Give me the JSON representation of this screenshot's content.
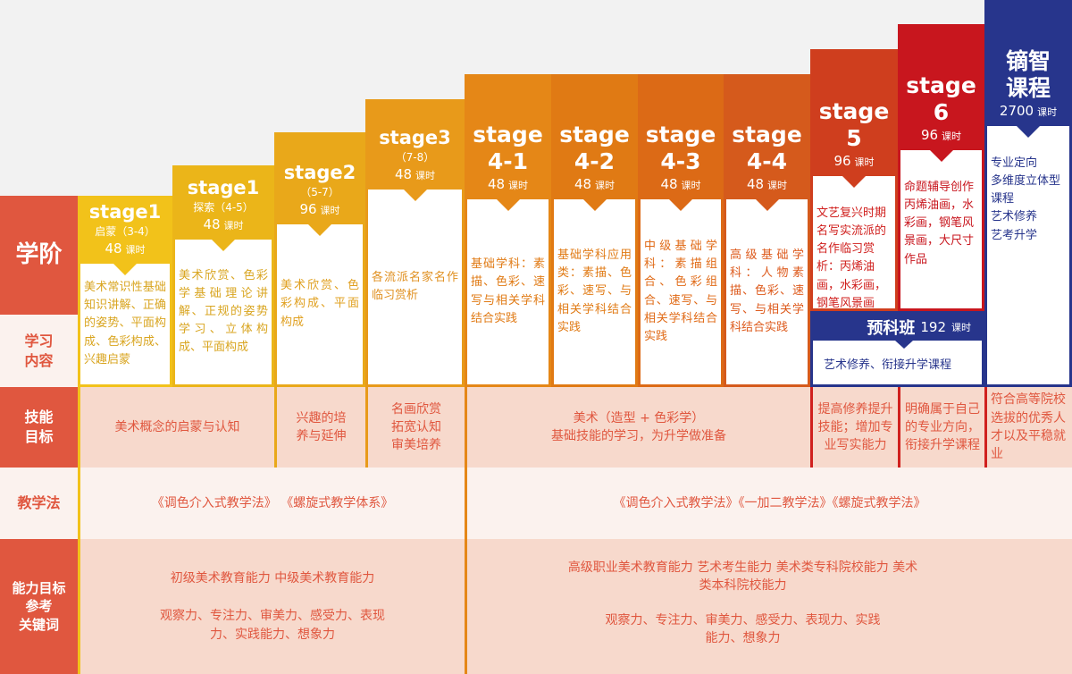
{
  "row_labels": {
    "stage": "学阶",
    "content": "学习\n内容",
    "skill": "技能\n目标",
    "method": "教学法",
    "ability": "能力目标\n参考\n关键词"
  },
  "stages": [
    {
      "title": "stage1",
      "subtitle": "启蒙（3-4）",
      "hours": "48",
      "unit": "课时",
      "content": "美术常识性基础知识讲解、正确的姿势、平面构成、色彩构成、兴趣启蒙",
      "color": "#f2c21a",
      "text_color": "#d9a520"
    },
    {
      "title": "stage1",
      "subtitle": "探索（4-5）",
      "hours": "48",
      "unit": "课时",
      "content": "美术欣赏、色彩学基础理论讲解、正规的姿势学习、立体构成、平面构成",
      "color": "#ebb519",
      "text_color": "#d9a520"
    },
    {
      "title": "stage2",
      "subtitle": "（5-7）",
      "hours": "96",
      "unit": "课时",
      "content": "美术欣赏、色彩构成、平面构成",
      "color": "#e9a81a",
      "text_color": "#e0a020"
    },
    {
      "title": "stage3",
      "subtitle": "（7-8）",
      "hours": "48",
      "unit": "课时",
      "content": "各流派名家名作临习赏析",
      "color": "#e89a1a",
      "text_color": "#e09020"
    },
    {
      "title": "stage\n4-1",
      "subtitle": "",
      "hours": "48",
      "unit": "课时",
      "content": "基础学科：素描、色彩、速写与相关学科结合实践",
      "color": "#e58717",
      "text_color": "#e07a14"
    },
    {
      "title": "stage\n4-2",
      "subtitle": "",
      "hours": "48",
      "unit": "课时",
      "content": "基础学科应用类：素描、色彩、速写、与相关学科结合实践",
      "color": "#e07a14",
      "text_color": "#e07a14"
    },
    {
      "title": "stage\n4-3",
      "subtitle": "",
      "hours": "48",
      "unit": "课时",
      "content": "中级基础学科：素描组合、色彩组合、速写、与相关学科结合实践",
      "color": "#dc6a16",
      "text_color": "#e06a16"
    },
    {
      "title": "stage\n4-4",
      "subtitle": "",
      "hours": "48",
      "unit": "课时",
      "content": "高级基础学科：人物素描、色彩、速写、与相关学科结合实践",
      "color": "#d55a1c",
      "text_color": "#dd5a1c"
    },
    {
      "title": "stage\n5",
      "subtitle": "",
      "hours": "96",
      "unit": "课时",
      "content": "文艺复兴时期名写实流派的名作临习赏析：丙烯油画，水彩画，钢笔风景画",
      "color": "#cf3e1e",
      "text_color": "#d0201e"
    },
    {
      "title": "stage\n6",
      "subtitle": "",
      "hours": "96",
      "unit": "课时",
      "content": "命题辅导创作丙烯油画，水彩画，钢笔风景画，大尺寸作品",
      "color": "#c8161e",
      "text_color": "#c8161e"
    },
    {
      "title": "镝智\n课程",
      "subtitle": "",
      "hours": "2700",
      "unit": "课时",
      "content": "专业定向\n多维度立体型课程\n艺术修养\n艺考升学",
      "color": "#27358c",
      "text_color": "#27358c"
    }
  ],
  "prep": {
    "title": "预科班",
    "hours": "192",
    "unit": "课时",
    "content": "艺术修养、衔接升学课程",
    "color": "#27358c"
  },
  "skills": [
    "美术概念的启蒙与认知",
    "兴趣的培\n养与延伸",
    "名画欣赏\n拓宽认知\n审美培养",
    "美术（造型 + 色彩学）\n基础技能的学习，为升学做准备",
    "提高修养提升技能；增加专业写实能力",
    "明确属于自己的专业方向，衔接升学课程",
    "符合高等院校选拔的优秀人才以及平稳就业"
  ],
  "methods": [
    "《调色介入式教学法》 《螺旋式教学体系》",
    "《调色介入式教学法》《一加二教学法》《螺旋式教学法》"
  ],
  "abilities": [
    {
      "level": "初级美术教育能力  中级美术教育能力",
      "keywords": "观察力、专注力、审美力、感受力、表现\n力、实践能力、想象力"
    },
    {
      "level": "高级职业美术教育能力      艺术考生能力    美术类专科院校能力    美术\n类本科院校能力",
      "keywords": "观察力、专注力、审美力、感受力、表现力、实践\n能力、想象力"
    }
  ]
}
